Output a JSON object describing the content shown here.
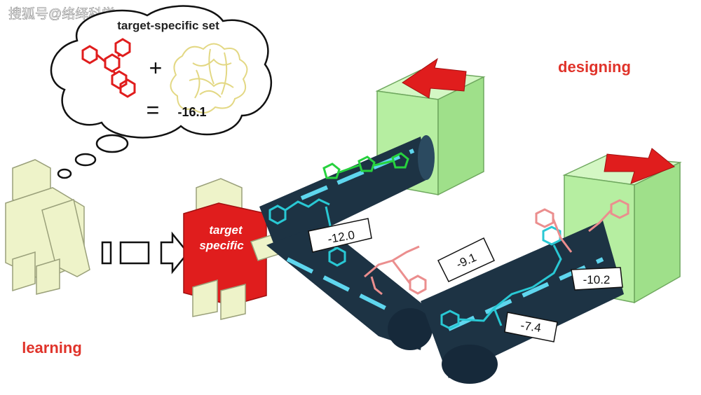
{
  "watermark": "搜狐号@络绎科学",
  "thought_bubble": {
    "title": "target-specific set",
    "plus": "+",
    "equals": "=",
    "score": "-16.1"
  },
  "labels": {
    "designing": "designing",
    "learning": "learning",
    "robot_text_line1": "target",
    "robot_text_line2": "specific"
  },
  "scores": {
    "score_a": "-12.0",
    "score_b": "-9.1",
    "score_c": "-10.2",
    "score_d": "-7.4"
  },
  "colors": {
    "red": "#e01d1d",
    "label_red": "#e0332a",
    "box_green": "#b6eea1",
    "belt_dark": "#1d3344",
    "belt_stripe": "#5fd6ee",
    "robot_cream": "#eef3c9",
    "mol_cyan": "#29c8d4",
    "mol_pink": "#eb8e8e",
    "mol_green": "#27d13e",
    "protein_yellow": "#e3d884"
  }
}
